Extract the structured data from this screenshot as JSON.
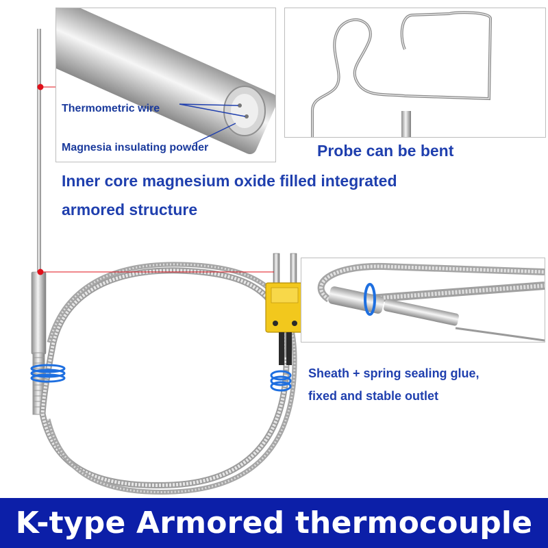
{
  "labels": {
    "thermometric_wire": "Thermometric wire",
    "magnesia_powder": "Magnesia insulating powder",
    "probe_bent": "Probe can be bent",
    "inner_core_line1": "Inner core magnesium oxide filled integrated",
    "inner_core_line2": "armored structure",
    "sheath_line1": "Sheath + spring sealing glue,",
    "sheath_line2": "fixed and stable outlet"
  },
  "banner": {
    "title": "K-type Armored thermocouple"
  },
  "colors": {
    "label_text": "#1f3fae",
    "small_label_text": "#1a3a9c",
    "banner_background": "#0c1fa8",
    "banner_text": "#ffffff",
    "callout_dot": "#e0101a",
    "connector_yellow": "#f2c81d",
    "wire_tie_blue": "#1e6fe0"
  },
  "icons": {
    "connector": "yellow-k-type-plug-icon"
  }
}
